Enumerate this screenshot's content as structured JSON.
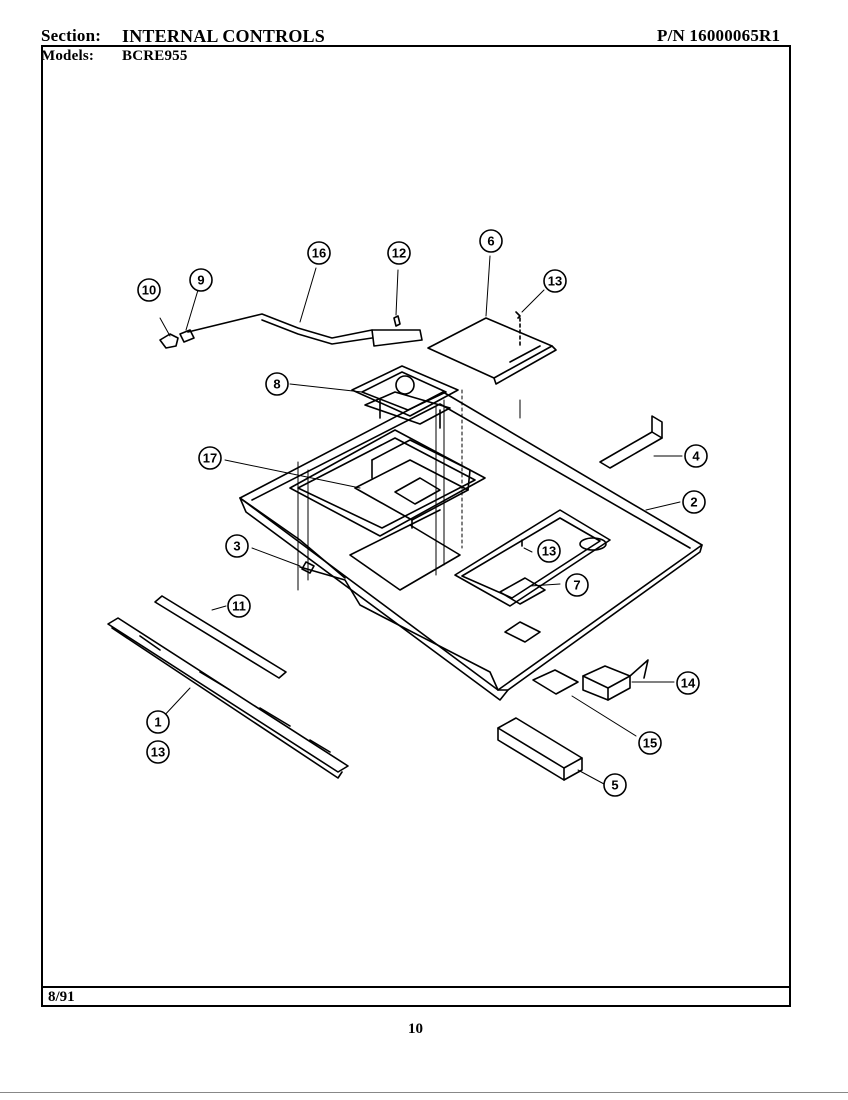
{
  "header": {
    "section_label": "Section:",
    "section_value": "INTERNAL CONTROLS",
    "part_number": "P/N 16000065R1",
    "models_label": "Models:",
    "models_value": "BCRE955"
  },
  "footer": {
    "date": "8/91",
    "page_number": "10"
  },
  "callouts": [
    "10",
    "9",
    "16",
    "12",
    "6",
    "13",
    "8",
    "4",
    "17",
    "2",
    "3",
    "13",
    "7",
    "11",
    "14",
    "1",
    "13",
    "15",
    "5"
  ]
}
